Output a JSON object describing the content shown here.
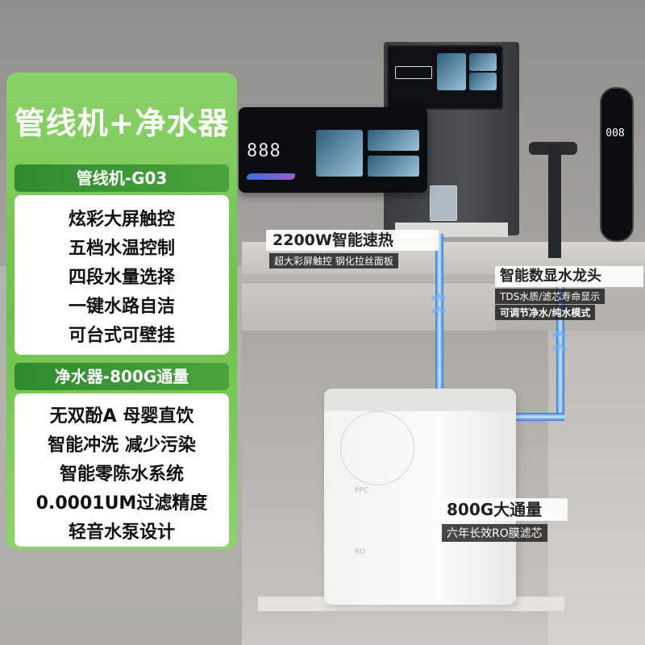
{
  "card": {
    "title": "管线机+净水器",
    "section1_title": "管线机-G03",
    "section1_features": [
      "炫彩大屏触控",
      "五档水温控制",
      "四段水量选择",
      "一键水路自洁",
      "可台式可壁挂"
    ],
    "section2_title": "净水器-800G通量",
    "section2_features": [
      "无双酚A 母婴直饮",
      "智能冲洗 减少污染",
      "智能零陈水系统",
      "0.0001UM过滤精度",
      "轻音水泵设计"
    ]
  },
  "callouts": {
    "heating_title": "2200W智能速热",
    "heating_sub": "超大彩屏触控 钢化拉丝面板",
    "faucet_title": "智能数显水龙头",
    "faucet_sub1": "TDS水质/滤芯寿命显示",
    "faucet_sub2": "可调节净水/纯水模式",
    "flow_title": "800G大通量",
    "flow_sub": "六年长效RO膜滤芯"
  },
  "display": {
    "panel_digits": "888",
    "faucet_digits": "008",
    "purifier_ppc": "PPC",
    "purifier_ro": "RO"
  }
}
